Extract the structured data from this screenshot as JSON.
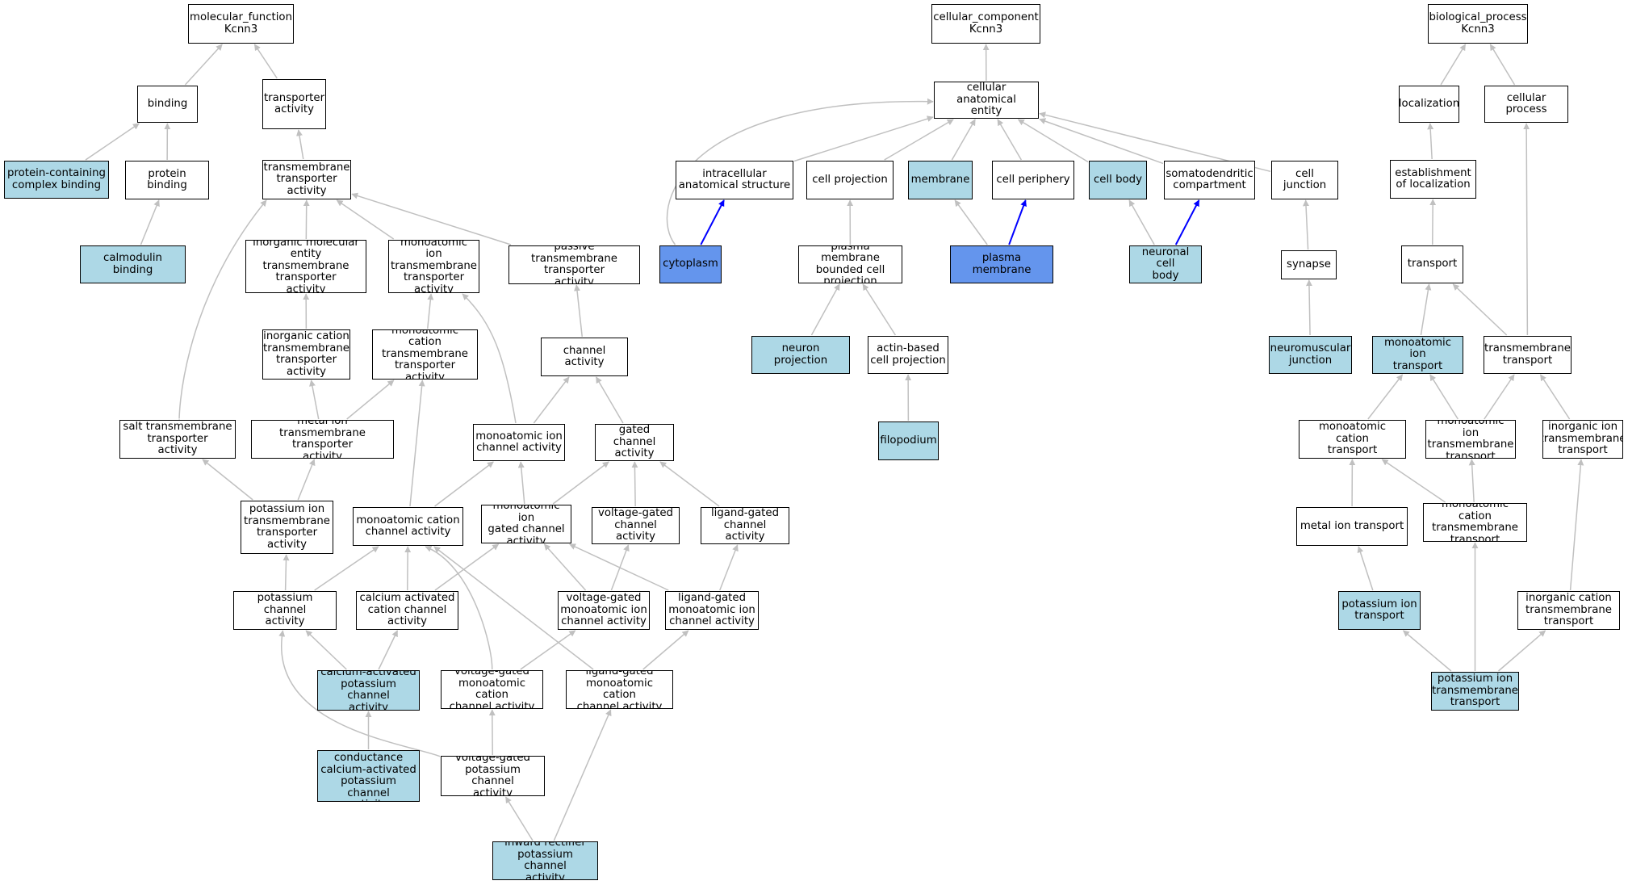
{
  "colors": {
    "edge_default": "#c0c0c0",
    "edge_highlight": "#0000ff",
    "node_default": "#ffffff",
    "node_annotated": "#add8e6",
    "node_annotated_strong": "#6495ed"
  },
  "nodes": [
    {
      "id": "mf",
      "lines": [
        "molecular_function",
        "Kcnn3"
      ],
      "color": 0
    },
    {
      "id": "binding",
      "lines": [
        "binding"
      ],
      "color": 0
    },
    {
      "id": "transporter_activity",
      "lines": [
        "transporter",
        "activity"
      ],
      "color": 0
    },
    {
      "id": "protein_containing",
      "lines": [
        "protein-containing",
        "complex binding"
      ],
      "color": 1
    },
    {
      "id": "protein_binding",
      "lines": [
        "protein binding"
      ],
      "color": 0
    },
    {
      "id": "tm_transporter",
      "lines": [
        "transmembrane",
        "transporter",
        "activity"
      ],
      "color": 0
    },
    {
      "id": "calmodulin",
      "lines": [
        "calmodulin binding"
      ],
      "color": 1
    },
    {
      "id": "inorg_mol_tm",
      "lines": [
        "inorganic molecular",
        "entity transmembrane",
        "transporter",
        "activity"
      ],
      "color": 0
    },
    {
      "id": "mono_ion_tm",
      "lines": [
        "monoatomic ion",
        "transmembrane",
        "transporter",
        "activity"
      ],
      "color": 0
    },
    {
      "id": "passive_tm",
      "lines": [
        "passive transmembrane",
        "transporter",
        "activity"
      ],
      "color": 0
    },
    {
      "id": "inorg_cat_tm",
      "lines": [
        "inorganic cation",
        "transmembrane",
        "transporter",
        "activity"
      ],
      "color": 0
    },
    {
      "id": "mono_cat_tm",
      "lines": [
        "monoatomic cation",
        "transmembrane",
        "transporter",
        "activity"
      ],
      "color": 0
    },
    {
      "id": "channel_activity",
      "lines": [
        "channel activity"
      ],
      "color": 0
    },
    {
      "id": "salt_tm",
      "lines": [
        "salt transmembrane",
        "transporter",
        "activity"
      ],
      "color": 0
    },
    {
      "id": "metal_ion_tm",
      "lines": [
        "metal ion transmembrane",
        "transporter",
        "activity"
      ],
      "color": 0
    },
    {
      "id": "mono_ion_channel",
      "lines": [
        "monoatomic ion",
        "channel activity"
      ],
      "color": 0
    },
    {
      "id": "gated_channel",
      "lines": [
        "gated channel",
        "activity"
      ],
      "color": 0
    },
    {
      "id": "k_ion_tm",
      "lines": [
        "potassium ion",
        "transmembrane",
        "transporter",
        "activity"
      ],
      "color": 0
    },
    {
      "id": "mono_cat_channel",
      "lines": [
        "monoatomic cation",
        "channel activity"
      ],
      "color": 0
    },
    {
      "id": "mono_ion_gated",
      "lines": [
        "monoatomic ion",
        "gated channel",
        "activity"
      ],
      "color": 0
    },
    {
      "id": "volt_gated_ch",
      "lines": [
        "voltage-gated",
        "channel activity"
      ],
      "color": 0
    },
    {
      "id": "lig_gated_ch",
      "lines": [
        "ligand-gated",
        "channel activity"
      ],
      "color": 0
    },
    {
      "id": "k_channel",
      "lines": [
        "potassium channel",
        "activity"
      ],
      "color": 0
    },
    {
      "id": "ca_act_cat",
      "lines": [
        "calcium activated",
        "cation channel",
        "activity"
      ],
      "color": 0
    },
    {
      "id": "volt_mono_ion",
      "lines": [
        "voltage-gated",
        "monoatomic ion",
        "channel activity"
      ],
      "color": 0
    },
    {
      "id": "lig_mono_ion",
      "lines": [
        "ligand-gated",
        "monoatomic ion",
        "channel activity"
      ],
      "color": 0
    },
    {
      "id": "ca_act_k",
      "lines": [
        "calcium-activated",
        "potassium channel",
        "activity"
      ],
      "color": 1
    },
    {
      "id": "volt_mono_cat",
      "lines": [
        "voltage-gated",
        "monoatomic cation",
        "channel activity"
      ],
      "color": 0
    },
    {
      "id": "lig_mono_cat",
      "lines": [
        "ligand-gated",
        "monoatomic cation",
        "channel activity"
      ],
      "color": 0
    },
    {
      "id": "small_cond",
      "lines": [
        "small conductance",
        "calcium-activated",
        "potassium channel",
        "activity"
      ],
      "color": 1
    },
    {
      "id": "volt_k",
      "lines": [
        "voltage-gated",
        "potassium channel",
        "activity"
      ],
      "color": 0
    },
    {
      "id": "inward_rect",
      "lines": [
        "inward rectifier",
        "potassium channel",
        "activity"
      ],
      "color": 1
    },
    {
      "id": "cc",
      "lines": [
        "cellular_component",
        "Kcnn3"
      ],
      "color": 0
    },
    {
      "id": "cae",
      "lines": [
        "cellular anatomical",
        "entity"
      ],
      "color": 0
    },
    {
      "id": "intracellular",
      "lines": [
        "intracellular",
        "anatomical structure"
      ],
      "color": 0
    },
    {
      "id": "cell_projection",
      "lines": [
        "cell projection"
      ],
      "color": 0
    },
    {
      "id": "membrane",
      "lines": [
        "membrane"
      ],
      "color": 1
    },
    {
      "id": "cell_periphery",
      "lines": [
        "cell periphery"
      ],
      "color": 0
    },
    {
      "id": "cell_body",
      "lines": [
        "cell body"
      ],
      "color": 1
    },
    {
      "id": "somatodendritic",
      "lines": [
        "somatodendritic",
        "compartment"
      ],
      "color": 0
    },
    {
      "id": "cell_junction",
      "lines": [
        "cell junction"
      ],
      "color": 0
    },
    {
      "id": "cytoplasm",
      "lines": [
        "cytoplasm"
      ],
      "color": 2
    },
    {
      "id": "pm_bounded",
      "lines": [
        "plasma membrane",
        "bounded cell",
        "projection"
      ],
      "color": 0
    },
    {
      "id": "plasma_membrane",
      "lines": [
        "plasma membrane"
      ],
      "color": 2
    },
    {
      "id": "neuronal_cell_body",
      "lines": [
        "neuronal cell",
        "body"
      ],
      "color": 1
    },
    {
      "id": "synapse",
      "lines": [
        "synapse"
      ],
      "color": 0
    },
    {
      "id": "neuron_projection",
      "lines": [
        "neuron projection"
      ],
      "color": 1
    },
    {
      "id": "actin_based",
      "lines": [
        "actin-based",
        "cell projection"
      ],
      "color": 0
    },
    {
      "id": "neuromuscular",
      "lines": [
        "neuromuscular",
        "junction"
      ],
      "color": 1
    },
    {
      "id": "filopodium",
      "lines": [
        "filopodium"
      ],
      "color": 1
    },
    {
      "id": "bp",
      "lines": [
        "biological_process",
        "Kcnn3"
      ],
      "color": 0
    },
    {
      "id": "localization",
      "lines": [
        "localization"
      ],
      "color": 0
    },
    {
      "id": "cellular_process",
      "lines": [
        "cellular process"
      ],
      "color": 0
    },
    {
      "id": "est_localization",
      "lines": [
        "establishment",
        "of localization"
      ],
      "color": 0
    },
    {
      "id": "transport",
      "lines": [
        "transport"
      ],
      "color": 0
    },
    {
      "id": "mono_ion_transport",
      "lines": [
        "monoatomic ion",
        "transport"
      ],
      "color": 1
    },
    {
      "id": "tm_transport",
      "lines": [
        "transmembrane",
        "transport"
      ],
      "color": 0
    },
    {
      "id": "mono_cat_transport",
      "lines": [
        "monoatomic cation",
        "transport"
      ],
      "color": 0
    },
    {
      "id": "mono_ion_tm_transport",
      "lines": [
        "monoatomic ion",
        "transmembrane",
        "transport"
      ],
      "color": 0
    },
    {
      "id": "inorg_ion_tm_transport",
      "lines": [
        "inorganic ion",
        "transmembrane",
        "transport"
      ],
      "color": 0
    },
    {
      "id": "metal_ion_transport",
      "lines": [
        "metal ion transport"
      ],
      "color": 0
    },
    {
      "id": "mono_cat_tm_transport",
      "lines": [
        "monoatomic cation",
        "transmembrane",
        "transport"
      ],
      "color": 0
    },
    {
      "id": "k_ion_transport",
      "lines": [
        "potassium ion",
        "transport"
      ],
      "color": 1
    },
    {
      "id": "inorg_cat_tm_transport",
      "lines": [
        "inorganic cation",
        "transmembrane",
        "transport"
      ],
      "color": 0
    },
    {
      "id": "k_ion_tm_transport",
      "lines": [
        "potassium ion",
        "transmembrane",
        "transport"
      ],
      "color": 1
    }
  ],
  "edges": [
    [
      "binding",
      "mf"
    ],
    [
      "transporter_activity",
      "mf"
    ],
    [
      "protein_containing",
      "binding"
    ],
    [
      "protein_binding",
      "binding"
    ],
    [
      "tm_transporter",
      "transporter_activity"
    ],
    [
      "calmodulin",
      "protein_binding"
    ],
    [
      "inorg_mol_tm",
      "tm_transporter"
    ],
    [
      "mono_ion_tm",
      "tm_transporter"
    ],
    [
      "passive_tm",
      "tm_transporter"
    ],
    [
      "salt_tm",
      "tm_transporter"
    ],
    [
      "inorg_cat_tm",
      "inorg_mol_tm"
    ],
    [
      "mono_cat_tm",
      "mono_ion_tm"
    ],
    [
      "mono_ion_channel",
      "mono_ion_tm"
    ],
    [
      "channel_activity",
      "passive_tm"
    ],
    [
      "metal_ion_tm",
      "inorg_cat_tm"
    ],
    [
      "metal_ion_tm",
      "mono_cat_tm"
    ],
    [
      "mono_ion_channel",
      "channel_activity"
    ],
    [
      "gated_channel",
      "channel_activity"
    ],
    [
      "k_ion_tm",
      "salt_tm"
    ],
    [
      "k_ion_tm",
      "metal_ion_tm"
    ],
    [
      "mono_cat_channel",
      "mono_cat_tm"
    ],
    [
      "mono_cat_channel",
      "mono_ion_channel"
    ],
    [
      "mono_ion_gated",
      "mono_ion_channel"
    ],
    [
      "mono_ion_gated",
      "gated_channel"
    ],
    [
      "volt_gated_ch",
      "gated_channel"
    ],
    [
      "lig_gated_ch",
      "gated_channel"
    ],
    [
      "k_channel",
      "k_ion_tm"
    ],
    [
      "k_channel",
      "mono_cat_channel"
    ],
    [
      "ca_act_cat",
      "mono_cat_channel"
    ],
    [
      "ca_act_cat",
      "mono_ion_gated"
    ],
    [
      "volt_mono_ion",
      "mono_ion_gated"
    ],
    [
      "volt_mono_ion",
      "volt_gated_ch"
    ],
    [
      "lig_mono_ion",
      "mono_ion_gated"
    ],
    [
      "lig_mono_ion",
      "lig_gated_ch"
    ],
    [
      "ca_act_k",
      "k_channel"
    ],
    [
      "ca_act_k",
      "ca_act_cat"
    ],
    [
      "volt_mono_cat",
      "mono_cat_channel"
    ],
    [
      "volt_mono_cat",
      "volt_mono_ion"
    ],
    [
      "lig_mono_cat",
      "mono_cat_channel"
    ],
    [
      "lig_mono_cat",
      "lig_mono_ion"
    ],
    [
      "small_cond",
      "ca_act_k"
    ],
    [
      "volt_k",
      "k_channel"
    ],
    [
      "volt_k",
      "volt_mono_cat"
    ],
    [
      "inward_rect",
      "volt_k"
    ],
    [
      "inward_rect",
      "lig_mono_cat"
    ],
    [
      "cae",
      "cc"
    ],
    [
      "intracellular",
      "cae"
    ],
    [
      "cell_projection",
      "cae"
    ],
    [
      "membrane",
      "cae"
    ],
    [
      "cell_periphery",
      "cae"
    ],
    [
      "cell_body",
      "cae"
    ],
    [
      "somatodendritic",
      "cae"
    ],
    [
      "cell_junction",
      "cae"
    ],
    [
      "cytoplasm",
      "cae"
    ],
    [
      "cytoplasm",
      "intracellular",
      1
    ],
    [
      "pm_bounded",
      "cell_projection"
    ],
    [
      "plasma_membrane",
      "membrane"
    ],
    [
      "plasma_membrane",
      "cell_periphery",
      1
    ],
    [
      "neuronal_cell_body",
      "cell_body"
    ],
    [
      "neuronal_cell_body",
      "somatodendritic",
      1
    ],
    [
      "synapse",
      "cell_junction"
    ],
    [
      "neuron_projection",
      "pm_bounded"
    ],
    [
      "actin_based",
      "pm_bounded"
    ],
    [
      "neuromuscular",
      "synapse"
    ],
    [
      "filopodium",
      "actin_based"
    ],
    [
      "localization",
      "bp"
    ],
    [
      "cellular_process",
      "bp"
    ],
    [
      "est_localization",
      "localization"
    ],
    [
      "transport",
      "est_localization"
    ],
    [
      "mono_ion_transport",
      "transport"
    ],
    [
      "tm_transport",
      "transport"
    ],
    [
      "tm_transport",
      "cellular_process"
    ],
    [
      "mono_cat_transport",
      "mono_ion_transport"
    ],
    [
      "mono_ion_tm_transport",
      "mono_ion_transport"
    ],
    [
      "mono_ion_tm_transport",
      "tm_transport"
    ],
    [
      "inorg_ion_tm_transport",
      "tm_transport"
    ],
    [
      "metal_ion_transport",
      "mono_cat_transport"
    ],
    [
      "mono_cat_tm_transport",
      "mono_cat_transport"
    ],
    [
      "mono_cat_tm_transport",
      "mono_ion_tm_transport"
    ],
    [
      "k_ion_transport",
      "metal_ion_transport"
    ],
    [
      "inorg_cat_tm_transport",
      "inorg_ion_tm_transport"
    ],
    [
      "k_ion_tm_transport",
      "k_ion_transport"
    ],
    [
      "k_ion_tm_transport",
      "mono_cat_tm_transport"
    ],
    [
      "k_ion_tm_transport",
      "inorg_cat_tm_transport"
    ]
  ]
}
